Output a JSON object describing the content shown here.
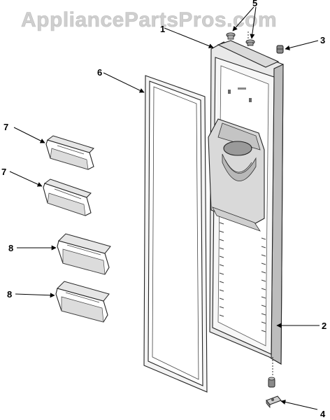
{
  "watermark": "AppliancePartsPros.com",
  "callouts": {
    "c1": "1",
    "c2": "2",
    "c3": "3",
    "c4": "4",
    "c5": "5",
    "c6": "6",
    "c7a": "7",
    "c7b": "7",
    "c8a": "8",
    "c8b": "8"
  }
}
